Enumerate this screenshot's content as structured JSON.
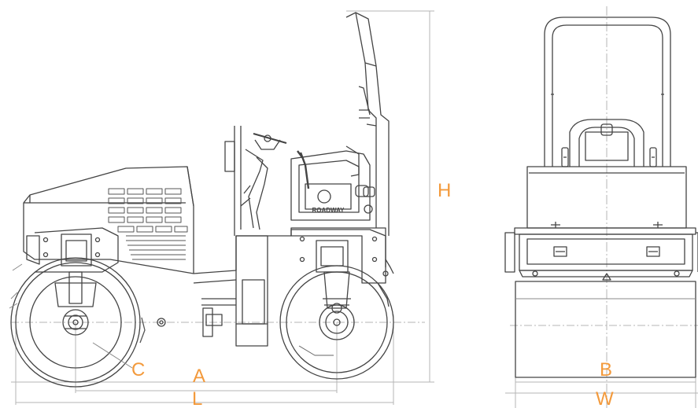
{
  "colors": {
    "line": "#444444",
    "thin": "#8a8a8a",
    "dim": "#b5b5b5",
    "accent": "#f39a3c"
  },
  "dimensions": {
    "height": "H",
    "diameter": "C",
    "wheelbase": "A",
    "length": "L",
    "drum_width": "B",
    "width": "W"
  },
  "brand": {
    "decal": "ROADWAY"
  }
}
